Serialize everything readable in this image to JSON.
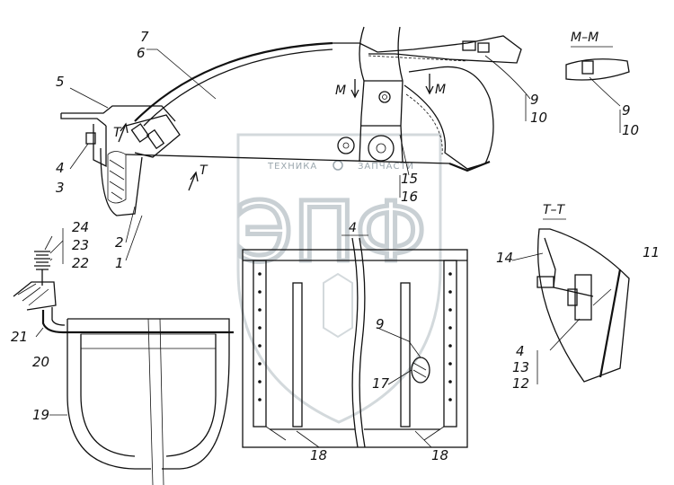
{
  "watermark": {
    "top_text": "ТЕХНИКА",
    "top_text2": "ЗАПЧАСТИ",
    "logo_letters": "ЭПФ"
  },
  "section_titles": {
    "mm": "М–М",
    "tt": "Т–Т"
  },
  "view_markers": {
    "m_left": "М",
    "m_right": "М",
    "t_upper": "Т",
    "t_lower": "Т",
    "four": "4"
  },
  "callouts": {
    "c1": "1",
    "c2": "2",
    "c3": "3",
    "c4": "4",
    "c5": "5",
    "c6": "6",
    "c7": "7",
    "c9a": "9",
    "c10a": "10",
    "c9b": "9",
    "c10b": "10",
    "c9c": "9",
    "c11": "11",
    "c12": "12",
    "c13": "13",
    "c14": "14",
    "c4b": "4",
    "c15": "15",
    "c16": "16",
    "c17": "17",
    "c18a": "18",
    "c18b": "18",
    "c19": "19",
    "c20": "20",
    "c21": "21",
    "c22": "22",
    "c23": "23",
    "c24": "24"
  }
}
